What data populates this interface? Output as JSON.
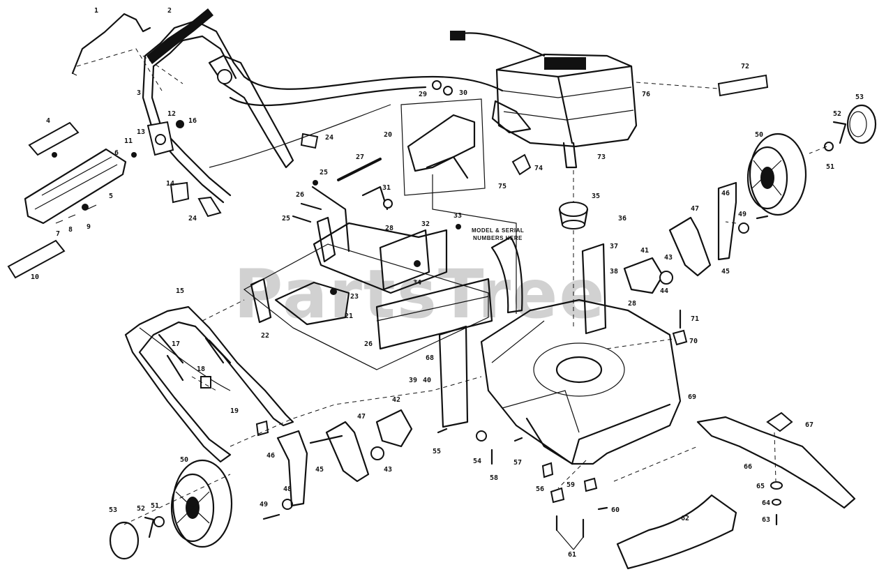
{
  "diagram": {
    "watermark": "PartsTree",
    "serial_note_line1": "MODEL & SERIAL",
    "serial_note_line2": "NUMBERS HERE",
    "part_labels": [
      {
        "id": "1",
        "text": "1"
      },
      {
        "id": "2",
        "text": "2"
      },
      {
        "id": "3",
        "text": "3"
      },
      {
        "id": "4",
        "text": "4"
      },
      {
        "id": "5",
        "text": "5"
      },
      {
        "id": "6",
        "text": "6"
      },
      {
        "id": "7",
        "text": "7"
      },
      {
        "id": "8",
        "text": "8"
      },
      {
        "id": "9",
        "text": "9"
      },
      {
        "id": "10",
        "text": "10"
      },
      {
        "id": "11",
        "text": "11"
      },
      {
        "id": "12",
        "text": "12"
      },
      {
        "id": "13",
        "text": "13"
      },
      {
        "id": "14",
        "text": "14"
      },
      {
        "id": "15",
        "text": "15"
      },
      {
        "id": "16",
        "text": "16"
      },
      {
        "id": "17",
        "text": "17"
      },
      {
        "id": "18",
        "text": "18"
      },
      {
        "id": "19",
        "text": "19"
      },
      {
        "id": "20",
        "text": "20"
      },
      {
        "id": "21",
        "text": "21"
      },
      {
        "id": "22",
        "text": "22"
      },
      {
        "id": "23",
        "text": "23"
      },
      {
        "id": "24",
        "text": "24"
      },
      {
        "id": "24b",
        "text": "24"
      },
      {
        "id": "25",
        "text": "25"
      },
      {
        "id": "25b",
        "text": "25"
      },
      {
        "id": "26",
        "text": "26"
      },
      {
        "id": "26b",
        "text": "26"
      },
      {
        "id": "27",
        "text": "27"
      },
      {
        "id": "28",
        "text": "28"
      },
      {
        "id": "28b",
        "text": "28"
      },
      {
        "id": "29",
        "text": "29"
      },
      {
        "id": "30",
        "text": "30"
      },
      {
        "id": "31",
        "text": "31"
      },
      {
        "id": "32",
        "text": "32"
      },
      {
        "id": "33",
        "text": "33"
      },
      {
        "id": "34",
        "text": "34"
      },
      {
        "id": "35",
        "text": "35"
      },
      {
        "id": "36",
        "text": "36"
      },
      {
        "id": "37",
        "text": "37"
      },
      {
        "id": "38",
        "text": "38"
      },
      {
        "id": "39",
        "text": "39"
      },
      {
        "id": "40",
        "text": "40"
      },
      {
        "id": "41",
        "text": "41"
      },
      {
        "id": "42",
        "text": "42"
      },
      {
        "id": "43",
        "text": "43"
      },
      {
        "id": "43b",
        "text": "43"
      },
      {
        "id": "44",
        "text": "44"
      },
      {
        "id": "45",
        "text": "45"
      },
      {
        "id": "45b",
        "text": "45"
      },
      {
        "id": "46",
        "text": "46"
      },
      {
        "id": "46b",
        "text": "46"
      },
      {
        "id": "47",
        "text": "47"
      },
      {
        "id": "47b",
        "text": "47"
      },
      {
        "id": "48",
        "text": "48"
      },
      {
        "id": "49",
        "text": "49"
      },
      {
        "id": "49b",
        "text": "49"
      },
      {
        "id": "50",
        "text": "50"
      },
      {
        "id": "50b",
        "text": "50"
      },
      {
        "id": "51",
        "text": "51"
      },
      {
        "id": "51b",
        "text": "51"
      },
      {
        "id": "52",
        "text": "52"
      },
      {
        "id": "52b",
        "text": "52"
      },
      {
        "id": "53",
        "text": "53"
      },
      {
        "id": "53b",
        "text": "53"
      },
      {
        "id": "54",
        "text": "54"
      },
      {
        "id": "55",
        "text": "55"
      },
      {
        "id": "56",
        "text": "56"
      },
      {
        "id": "57",
        "text": "57"
      },
      {
        "id": "58",
        "text": "58"
      },
      {
        "id": "59",
        "text": "59"
      },
      {
        "id": "60",
        "text": "60"
      },
      {
        "id": "61",
        "text": "61"
      },
      {
        "id": "62",
        "text": "62"
      },
      {
        "id": "63",
        "text": "63"
      },
      {
        "id": "64",
        "text": "64"
      },
      {
        "id": "65",
        "text": "65"
      },
      {
        "id": "66",
        "text": "66"
      },
      {
        "id": "67",
        "text": "67"
      },
      {
        "id": "68",
        "text": "68"
      },
      {
        "id": "69",
        "text": "69"
      },
      {
        "id": "70",
        "text": "70"
      },
      {
        "id": "71",
        "text": "71"
      },
      {
        "id": "72",
        "text": "72"
      },
      {
        "id": "73",
        "text": "73"
      },
      {
        "id": "74",
        "text": "74"
      },
      {
        "id": "75",
        "text": "75"
      },
      {
        "id": "76",
        "text": "76"
      }
    ]
  }
}
